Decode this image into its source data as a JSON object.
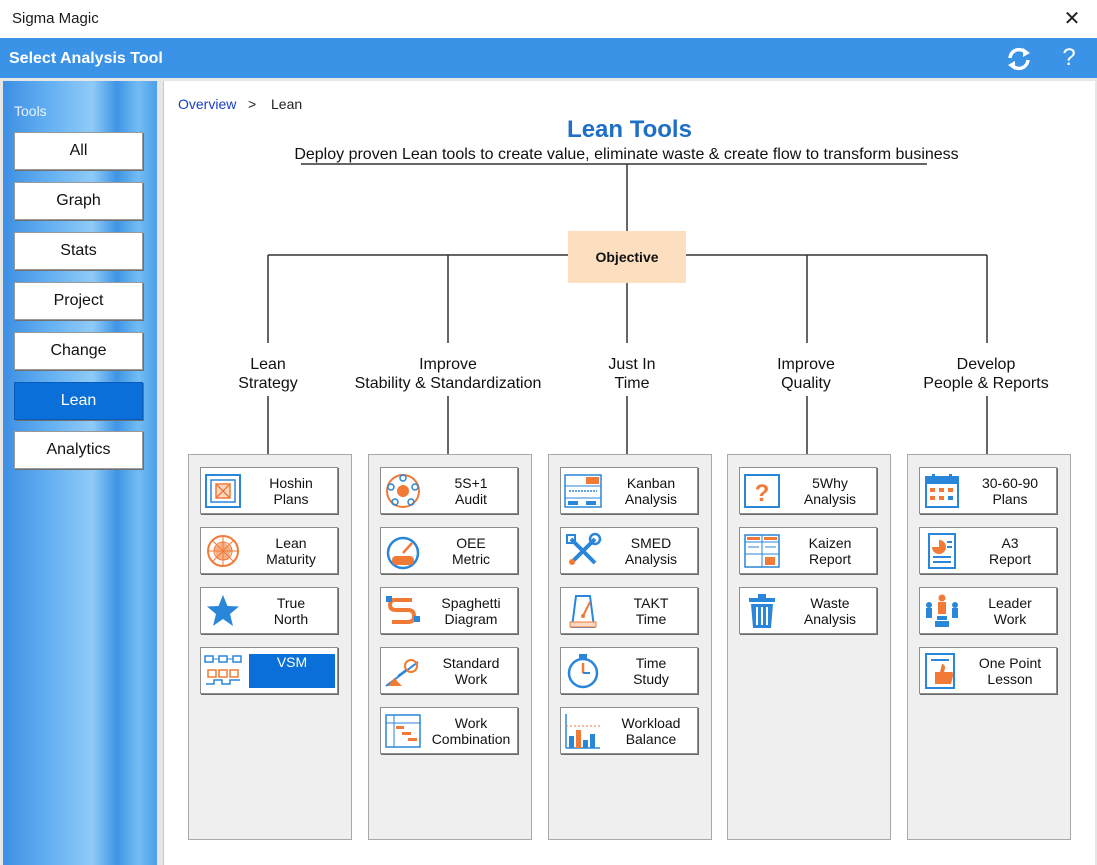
{
  "window": {
    "title": "Sigma Magic"
  },
  "header": {
    "title": "Select Analysis Tool",
    "help_label": "?"
  },
  "sidebar": {
    "label": "Tools",
    "buttons": [
      "All",
      "Graph",
      "Stats",
      "Project",
      "Change",
      "Lean",
      "Analytics"
    ],
    "active": "Lean"
  },
  "breadcrumb": {
    "root": "Overview",
    "separator": ">",
    "current": "Lean"
  },
  "main": {
    "title": "Lean Tools",
    "subtitle": "Deploy proven Lean tools to create value, eliminate waste & create flow to transform business",
    "objective": "Objective"
  },
  "categories": [
    {
      "line1": "Lean",
      "line2": "Strategy",
      "tools": [
        {
          "l1": "Hoshin",
          "l2": "Plans",
          "icon": "hoshin-plans-icon"
        },
        {
          "l1": "Lean",
          "l2": "Maturity",
          "icon": "radar-icon"
        },
        {
          "l1": "True",
          "l2": "North",
          "icon": "star-icon"
        },
        {
          "l1": "VSM",
          "l2": "",
          "icon": "value-stream-map-icon",
          "selected": true
        }
      ]
    },
    {
      "line1": "Improve",
      "line2": "Stability & Standardization",
      "tools": [
        {
          "l1": "5S+1",
          "l2": "Audit",
          "icon": "five-s-icon"
        },
        {
          "l1": "OEE",
          "l2": "Metric",
          "icon": "oee-gauge-icon"
        },
        {
          "l1": "Spaghetti",
          "l2": "Diagram",
          "icon": "spaghetti-icon"
        },
        {
          "l1": "Standard",
          "l2": "Work",
          "icon": "standard-work-icon"
        },
        {
          "l1": "Work",
          "l2": "Combination",
          "icon": "work-combination-icon"
        }
      ]
    },
    {
      "line1": "Just In",
      "line2": "Time",
      "tools": [
        {
          "l1": "Kanban",
          "l2": "Analysis",
          "icon": "kanban-card-icon"
        },
        {
          "l1": "SMED",
          "l2": "Analysis",
          "icon": "tools-wrench-icon"
        },
        {
          "l1": "TAKT",
          "l2": "Time",
          "icon": "takt-time-icon"
        },
        {
          "l1": "Time",
          "l2": "Study",
          "icon": "stopwatch-icon"
        },
        {
          "l1": "Workload",
          "l2": "Balance",
          "icon": "bar-chart-icon"
        }
      ]
    },
    {
      "line1": "Improve",
      "line2": "Quality",
      "tools": [
        {
          "l1": "5Why",
          "l2": "Analysis",
          "icon": "question-icon"
        },
        {
          "l1": "Kaizen",
          "l2": "Report",
          "icon": "kaizen-report-icon"
        },
        {
          "l1": "Waste",
          "l2": "Analysis",
          "icon": "trash-can-icon"
        }
      ]
    },
    {
      "line1": "Develop",
      "line2": "People & Reports",
      "tools": [
        {
          "l1": "30-60-90",
          "l2": "Plans",
          "icon": "calendar-icon"
        },
        {
          "l1": "A3",
          "l2": "Report",
          "icon": "a3-report-icon"
        },
        {
          "l1": "Leader",
          "l2": "Work",
          "icon": "leader-icon"
        },
        {
          "l1": "One Point",
          "l2": "Lesson",
          "icon": "one-point-lesson-icon"
        }
      ]
    }
  ],
  "colors": {
    "header": "#3a93e6",
    "accent": "#0a6fd8",
    "title": "#1e6fc5",
    "objective_bg": "#fddfc0",
    "icon_blue": "#2a86d9",
    "icon_orange": "#f07a36"
  }
}
